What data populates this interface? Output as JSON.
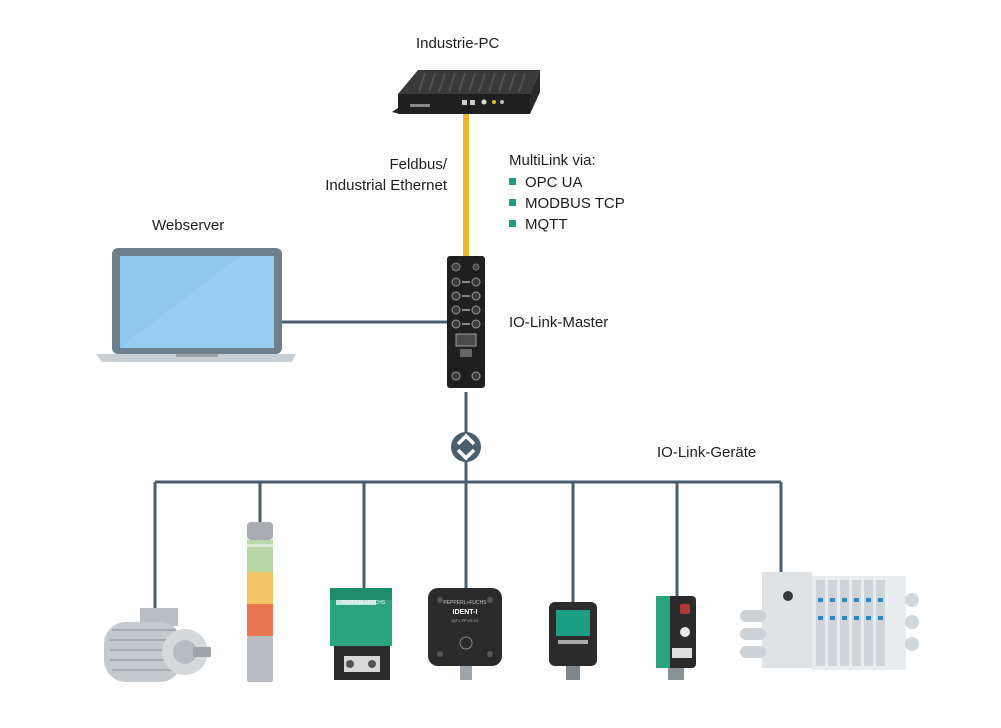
{
  "labels": {
    "industrie_pc": "Industrie-PC",
    "feldbus_line1": "Feldbus/",
    "feldbus_line2": "Industrial Ethernet",
    "multilink_title": "MultiLink via:",
    "webserver": "Webserver",
    "io_link_master": "IO-Link-Master",
    "io_link_geraete": "IO-Link-Geräte"
  },
  "multilink_protocols": [
    "OPC UA",
    "MODBUS TCP",
    "MQTT"
  ],
  "device_text": {
    "brand": "PEPPERL+FUCHS",
    "rfid_model": "IDENT-I",
    "rfid_submodel": "IQT1-FP-IO-V1"
  },
  "colors": {
    "line": "#4a5f6e",
    "ethernet_cable": "#f2b32d",
    "accent_green": "#1c9e83",
    "bullet": "#1c9e83",
    "screen": "#8fc7ee",
    "dark_device": "#2b2b2b"
  }
}
